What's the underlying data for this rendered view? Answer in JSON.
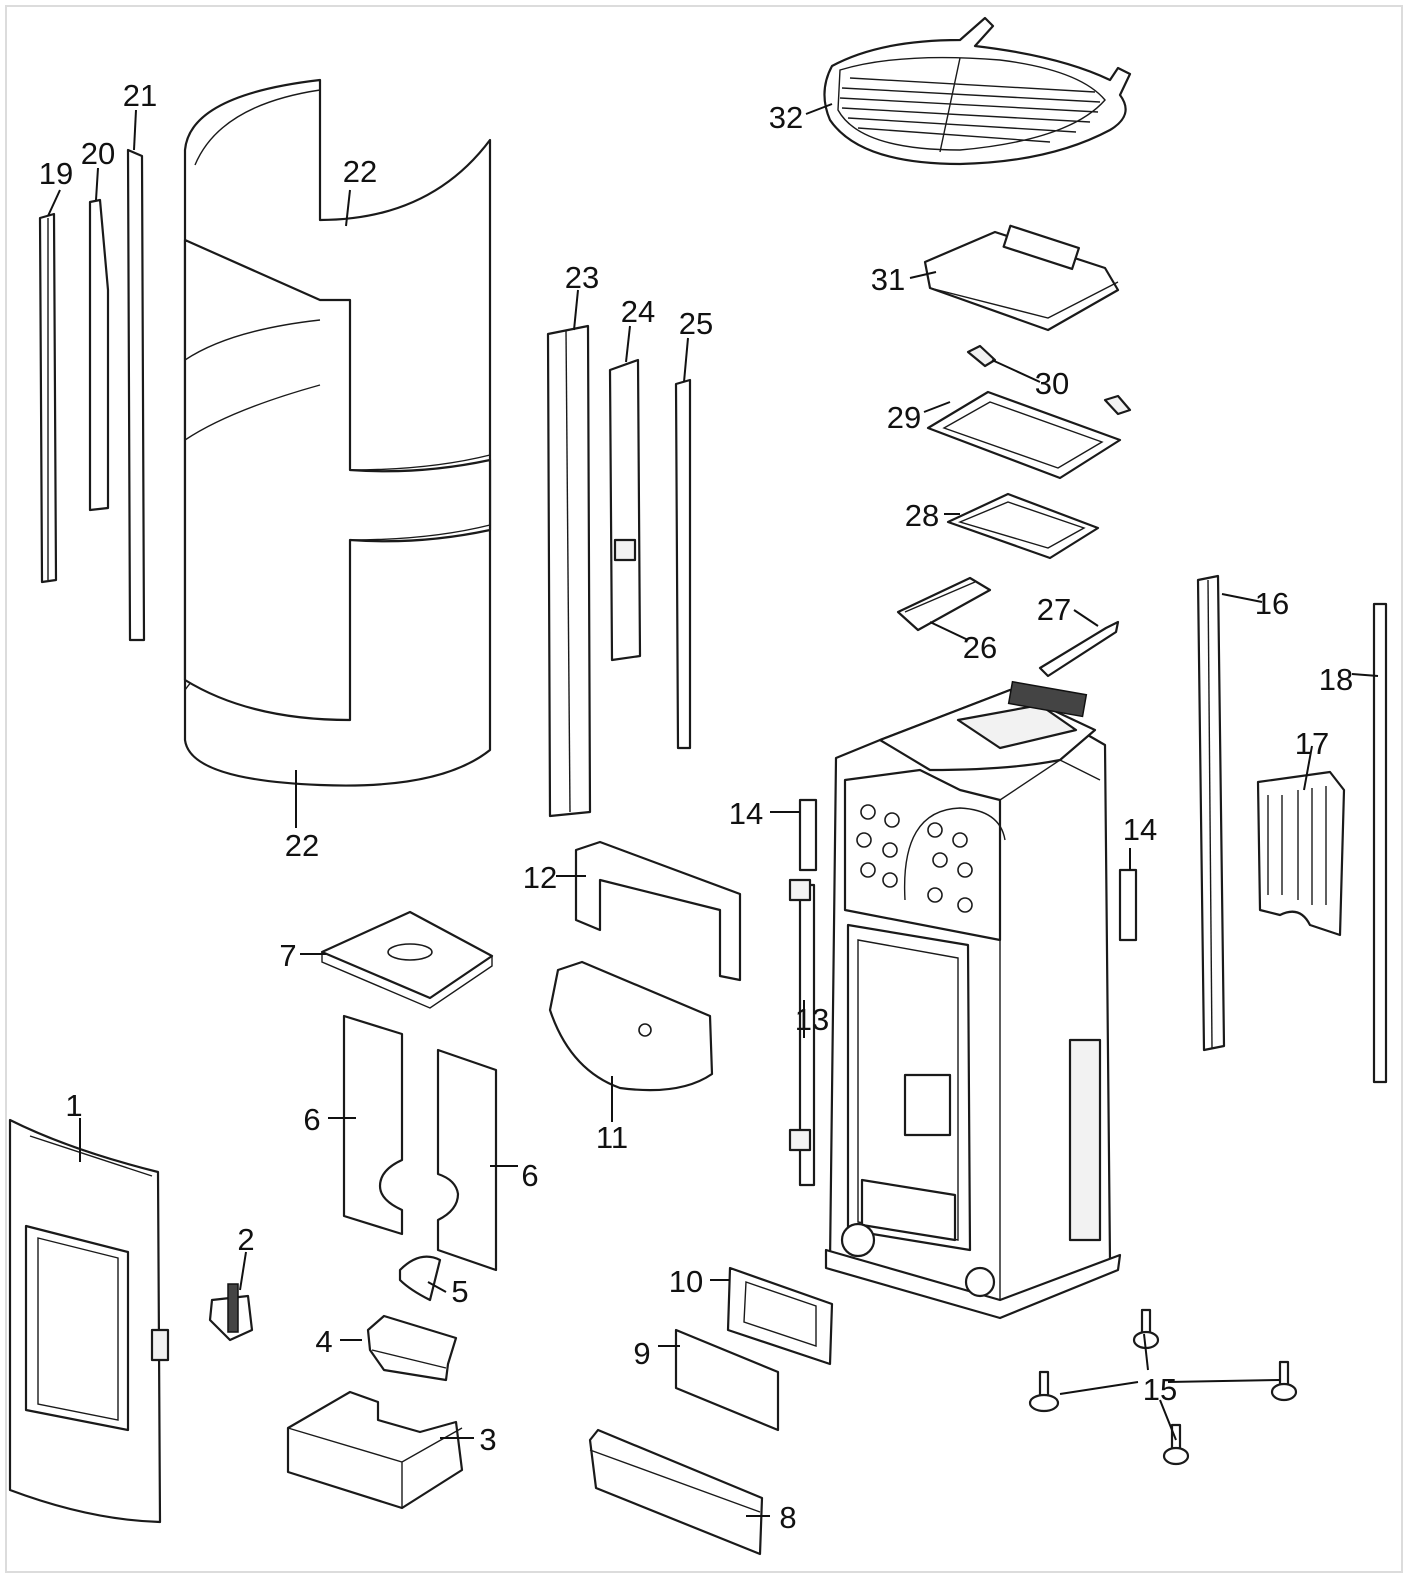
{
  "diagram": {
    "type": "exploded-view parts diagram",
    "colors": {
      "line": "#1a1a1a",
      "background": "#ffffff",
      "frame": "#dcdcdc"
    },
    "callouts": [
      {
        "id": "c1",
        "label": "1"
      },
      {
        "id": "c2",
        "label": "2"
      },
      {
        "id": "c3",
        "label": "3"
      },
      {
        "id": "c4",
        "label": "4"
      },
      {
        "id": "c5",
        "label": "5"
      },
      {
        "id": "c6a",
        "label": "6"
      },
      {
        "id": "c6b",
        "label": "6"
      },
      {
        "id": "c7",
        "label": "7"
      },
      {
        "id": "c8",
        "label": "8"
      },
      {
        "id": "c9",
        "label": "9"
      },
      {
        "id": "c10",
        "label": "10"
      },
      {
        "id": "c11",
        "label": "11"
      },
      {
        "id": "c12",
        "label": "12"
      },
      {
        "id": "c13",
        "label": "13"
      },
      {
        "id": "c14a",
        "label": "14"
      },
      {
        "id": "c14b",
        "label": "14"
      },
      {
        "id": "c15",
        "label": "15"
      },
      {
        "id": "c16",
        "label": "16"
      },
      {
        "id": "c17",
        "label": "17"
      },
      {
        "id": "c18",
        "label": "18"
      },
      {
        "id": "c19",
        "label": "19"
      },
      {
        "id": "c20",
        "label": "20"
      },
      {
        "id": "c21",
        "label": "21"
      },
      {
        "id": "c22a",
        "label": "22"
      },
      {
        "id": "c22b",
        "label": "22"
      },
      {
        "id": "c23",
        "label": "23"
      },
      {
        "id": "c24",
        "label": "24"
      },
      {
        "id": "c25",
        "label": "25"
      },
      {
        "id": "c26",
        "label": "26"
      },
      {
        "id": "c27",
        "label": "27"
      },
      {
        "id": "c28",
        "label": "28"
      },
      {
        "id": "c29",
        "label": "29"
      },
      {
        "id": "c30",
        "label": "30"
      },
      {
        "id": "c31",
        "label": "31"
      },
      {
        "id": "c32",
        "label": "32"
      }
    ]
  }
}
